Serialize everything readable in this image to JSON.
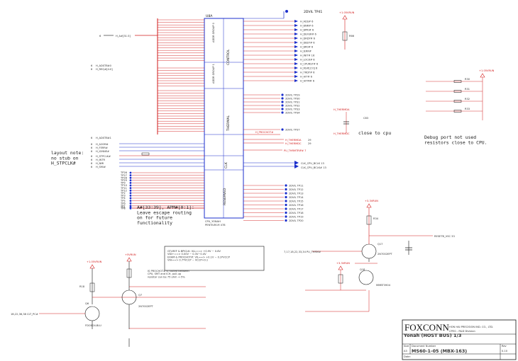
{
  "cpu": {
    "ref": "U8A",
    "group_top": "ADDR GROUP 0",
    "group_mid": "ADDR GROUP 1",
    "group_control": "CONTROL",
    "group_therm": "THERMAL",
    "group_clk": "CLK",
    "group_reserved": "RESERVED",
    "part_label": "CPU_YONAH",
    "part_number": "PENTIUM-M 478"
  },
  "nets": {
    "top_test_point": "2DVIL TP41",
    "h_ab_bus": "H_A#[31:3]",
    "h_req_bus": "H_REQ#[4:0]",
    "h_adstb": "H_ADSTB#0",
    "h_adstb1": "H_ADSTB#1",
    "h_a20m": "H_A20M#",
    "h_ferr": "H_FERR#",
    "h_ignne": "H_IGNNE#",
    "h_stpclk": "H_STPCLK#",
    "h_intr": "H_INTR",
    "h_nmi": "H_NMI",
    "h_smi": "H_SMI#",
    "h_thermda": "H_THERMDA",
    "h_thermdc": "H_THERMDC",
    "h_prochot": "H_PROCHOT#",
    "therm_trip": "PU_THRMTRIP# 7",
    "clk_bclk0": "CLK_CPU_BCLK 13",
    "clk_bclk1": "CLK_CPU_BCLK# 13",
    "resetb": "RESETB_VSC 33",
    "pm_thrm": "7,17,18,22,33,34 PU_THRM#",
    "vr_net": "1B,22,36,38 CLT_PC#",
    "vcc_label": "+1.05VRUN",
    "vcc_label2": "+3.3VRUN",
    "vcc_label3": "+5VRUN"
  },
  "right_signals": [
    "H_ADS# 6",
    "H_BNR# 6",
    "H_BPRI# 6",
    "H_DEFER# 6",
    "H_DRDY# 6",
    "H_DBSY# 6",
    "H_BR0# 6",
    "H_IERR#",
    "H_INIT# 16",
    "H_LOCK# 6",
    "H_CPURST# 6",
    "H_RS#[2:0] 6",
    "H_TRDY# 6",
    "H_HIT# 6",
    "H_HITM# 6"
  ],
  "right_testpoints": [
    "2DVIL TP29",
    "2DVIL TP30",
    "2DVIL TP31",
    "2DVIL TP32",
    "2DVIL TP33",
    "2DVIL TP34",
    "2DVIL TP37"
  ],
  "reserved_tps": [
    "2DVIL TP11",
    "2DVIL TP12",
    "2DVIL TP13",
    "2DVIL TP14",
    "2DVIL TP15",
    "2DVIL TP16",
    "2DVIL TP17",
    "2DVIL TP18",
    "2DVIL TP19",
    "2DVIL TP20"
  ],
  "left_tps": [
    "TP26",
    "TP27",
    "TP28",
    "TP29",
    "TP9",
    "TP10",
    "TP11",
    "TP12",
    "TP2",
    "TP3",
    "TP4",
    "TP5",
    "TP6",
    "TP7",
    "TP8",
    "TP1"
  ],
  "notes": {
    "layout_note": "layout note:\nno stub on\nH_STPCLK#",
    "reserved_note": "A#[33:39], APM#[0:1]:\nLeave escape routing\non for future\nfunctionality",
    "close_cpu": "close to cpu",
    "debug_note": "Debug port not used\nresistors close to CPU.",
    "gtlref": "GTLREF & BPICLK: VLL==> +0.9V ~ 0.8V\nVID+==> 0.00V ~ 0.3V~0.4V\nEXAM & PROCHOT#: VIL==> +0.1V ~ 0.3*VCCP\nVIH==> 0.7*VCCP ~ VCCP+0.1",
    "buffer_note": "IS PROCHOT# is routed between\nCPU, SMT and ICH, pull-up\nresistor can be 75 ohm +-5%"
  },
  "title_block": {
    "company": "FOXCONN",
    "company_sub": "HON HAI PRECISION IND. CO., LTD.",
    "division": "CPEG - R&D Division",
    "title": "Yonah (HOST BUS) 1/3",
    "doc_label": "Document Number",
    "doc_number": "MS60-1-05 (MBX-163)",
    "size_label": "Size",
    "size": "A3",
    "rev_label": "Rev",
    "rev": "0.10",
    "date_label": "Date:"
  },
  "parts": {
    "q6": "Q6",
    "q6_part": "FDC6O4-BLU",
    "q7": "Q7",
    "q7_part": "2N7002EPT",
    "q17": "Q17",
    "q17_part": "2N7002EPT",
    "q18": "Q18",
    "q18_part": "MMBT3904",
    "r1": "R66",
    "r2": "R34",
    "r3": "R18",
    "r_debug": [
      "R30",
      "R31",
      "R32",
      "R33"
    ],
    "c_close": "C83"
  }
}
